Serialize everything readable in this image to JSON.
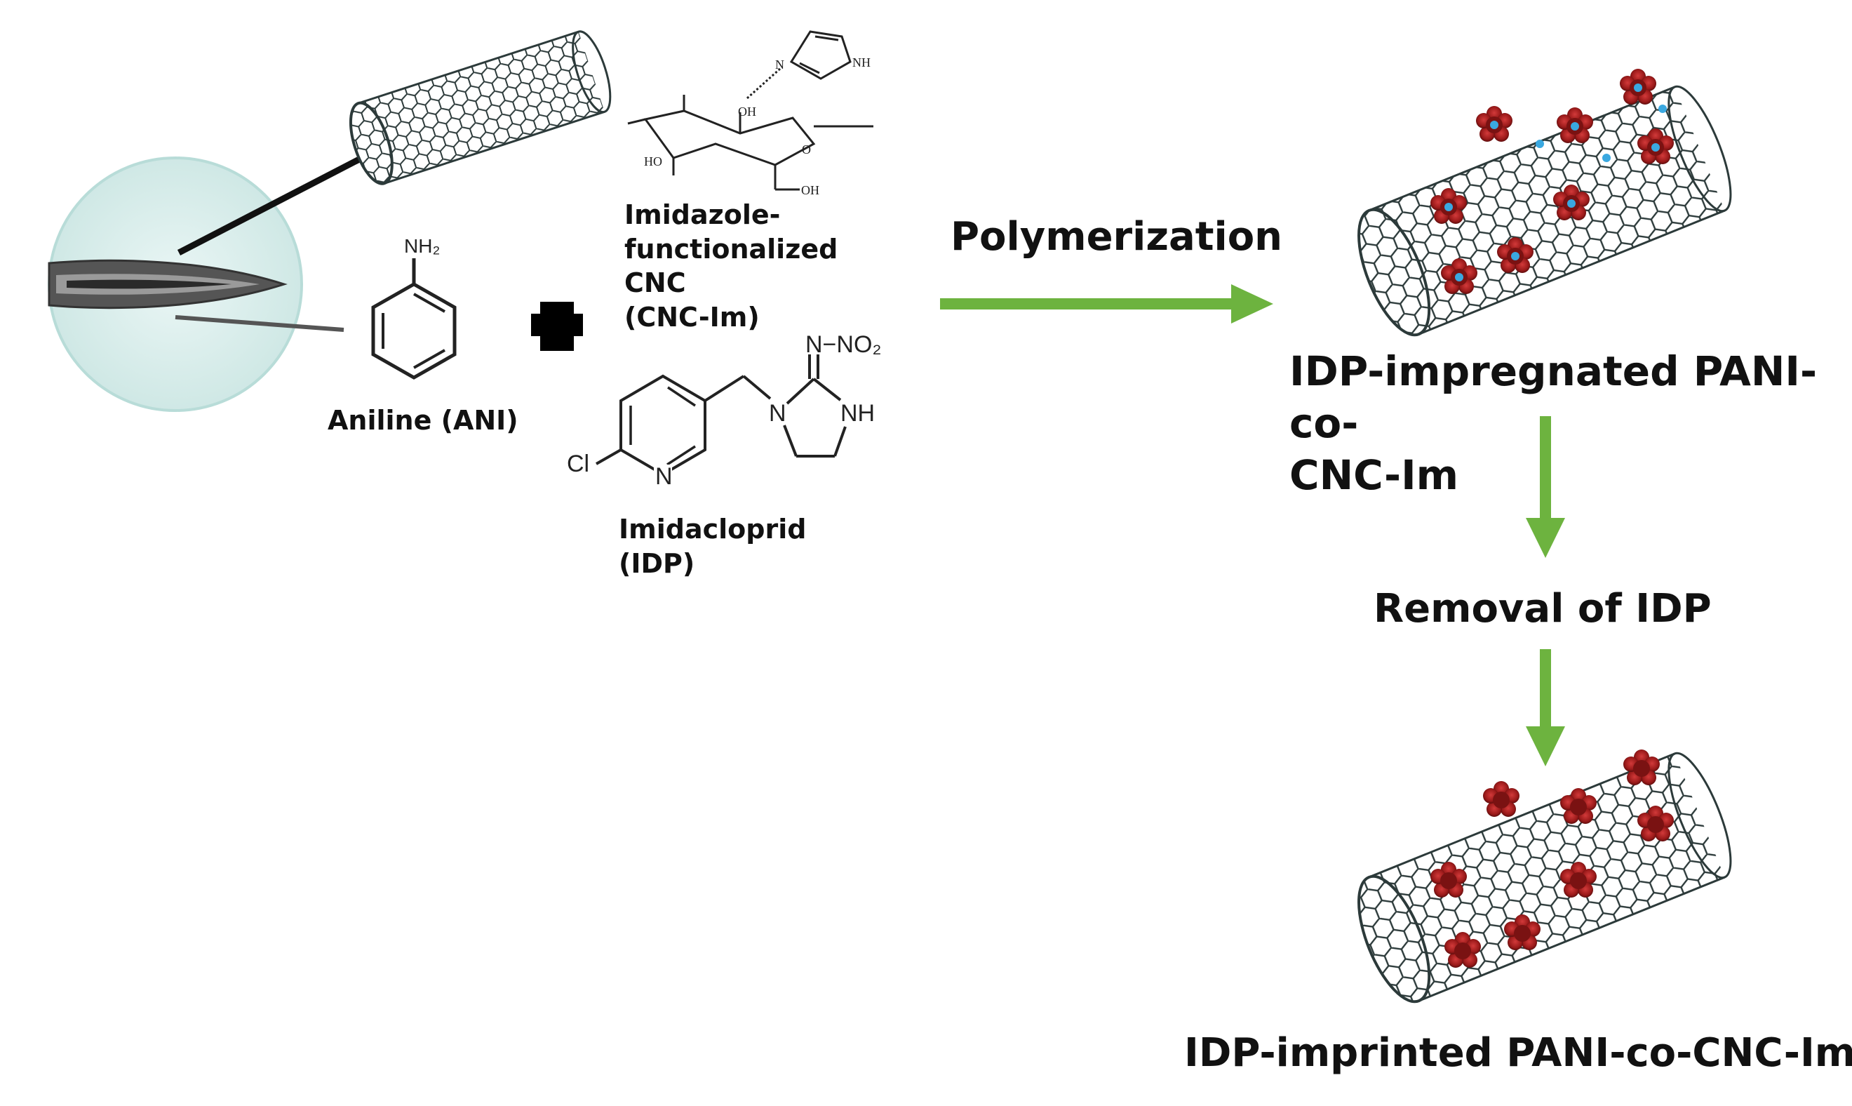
{
  "labels": {
    "aniline": "Aniline (ANI)",
    "cnc_im_line1": "Imidazole-",
    "cnc_im_line2": "functionalized CNC",
    "cnc_im_line3": "(CNC-Im)",
    "idp_line1": "Imidacloprid",
    "idp_line2": "(IDP)",
    "polymerization": "Polymerization",
    "impregnated_line1": "IDP-impregnated PANI-co-",
    "impregnated_line2": "CNC-Im",
    "removal": "Removal of IDP",
    "imprinted": "IDP-imprinted PANI-co-CNC-Im"
  },
  "chemistry": {
    "aniline_group": "NH₂",
    "idp_nitro": "N−NO₂",
    "idp_nh": "NH",
    "idp_n_ring": "N",
    "idp_n_pyridine": "N",
    "idp_cl": "Cl",
    "cnc_oh_top": "OH",
    "cnc_ho": "HO",
    "cnc_oh_bottom": "OH",
    "cnc_nh": "NH",
    "cnc_n": "N"
  },
  "colors": {
    "arrow": "#6db33f",
    "tube": "#2c3a3a",
    "imprint_site": "#9b1a1a",
    "template_dot": "#3aa8e0",
    "lens": "#d4ecea",
    "plus": "#000000"
  }
}
